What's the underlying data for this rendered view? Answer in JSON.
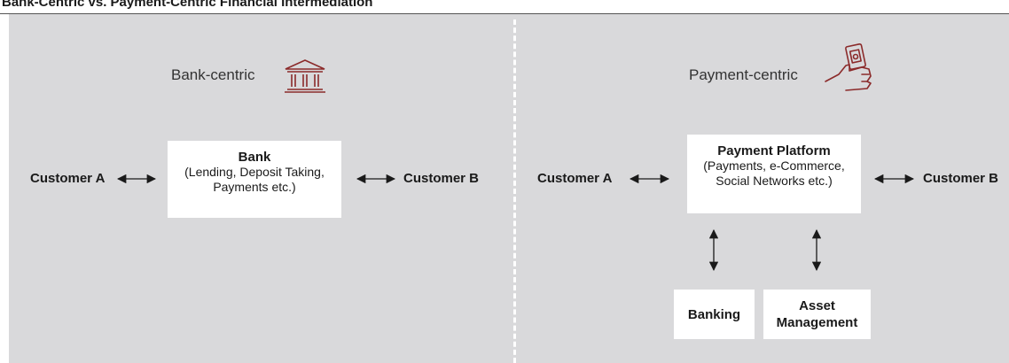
{
  "title": "Bank-Centric vs. Payment-Centric Financial Intermediation",
  "left": {
    "heading": "Bank-centric",
    "icon": "bank-icon",
    "customer_a": "Customer A",
    "customer_b": "Customer B",
    "box_title": "Bank",
    "box_subtitle_1": "(Lending, Deposit Taking,",
    "box_subtitle_2": "Payments etc.)"
  },
  "right": {
    "heading": "Payment-centric",
    "icon": "hand-payment-icon",
    "customer_a": "Customer A",
    "customer_b": "Customer B",
    "box_title": "Payment Platform",
    "box_subtitle_1": "(Payments, e-Commerce,",
    "box_subtitle_2": "Social Networks etc.)",
    "banking_label": "Banking",
    "asset_label_1": "Asset",
    "asset_label_2": "Management"
  },
  "colors": {
    "background": "#d9d9db",
    "accent": "#8b2a2a",
    "box": "#ffffff"
  }
}
